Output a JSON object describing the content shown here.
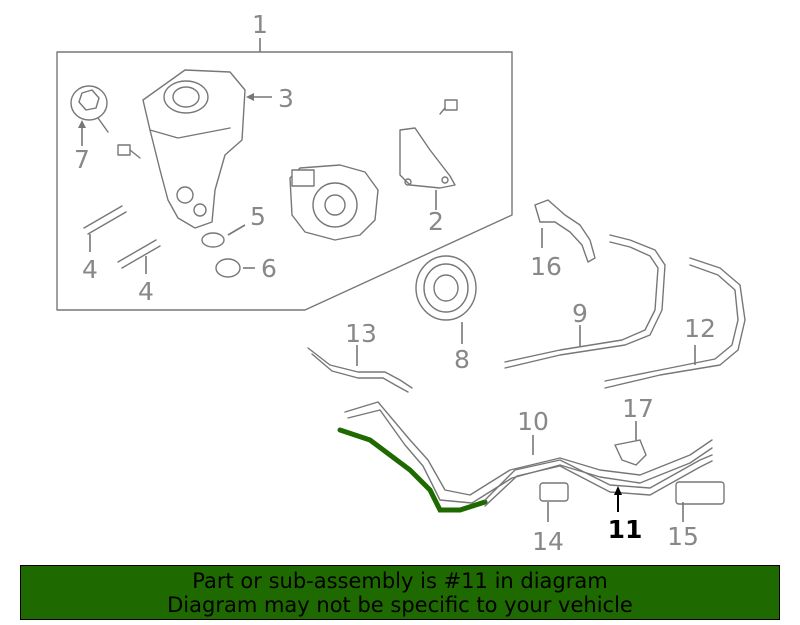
{
  "colors": {
    "highlight": "#1e6a00",
    "line": "#777777",
    "banner_bg": "#1e6a00"
  },
  "highlighted_part": "11",
  "callouts": [
    {
      "label": "1"
    },
    {
      "label": "2"
    },
    {
      "label": "3"
    },
    {
      "label": "4"
    },
    {
      "label": "4"
    },
    {
      "label": "5"
    },
    {
      "label": "6"
    },
    {
      "label": "7"
    },
    {
      "label": "8"
    },
    {
      "label": "9"
    },
    {
      "label": "10"
    },
    {
      "label": "11"
    },
    {
      "label": "12"
    },
    {
      "label": "13"
    },
    {
      "label": "14"
    },
    {
      "label": "15"
    },
    {
      "label": "16"
    },
    {
      "label": "17"
    }
  ],
  "banner": {
    "line1": "Part or sub-assembly is #11 in diagram",
    "line2": "Diagram may not be specific to your vehicle"
  }
}
